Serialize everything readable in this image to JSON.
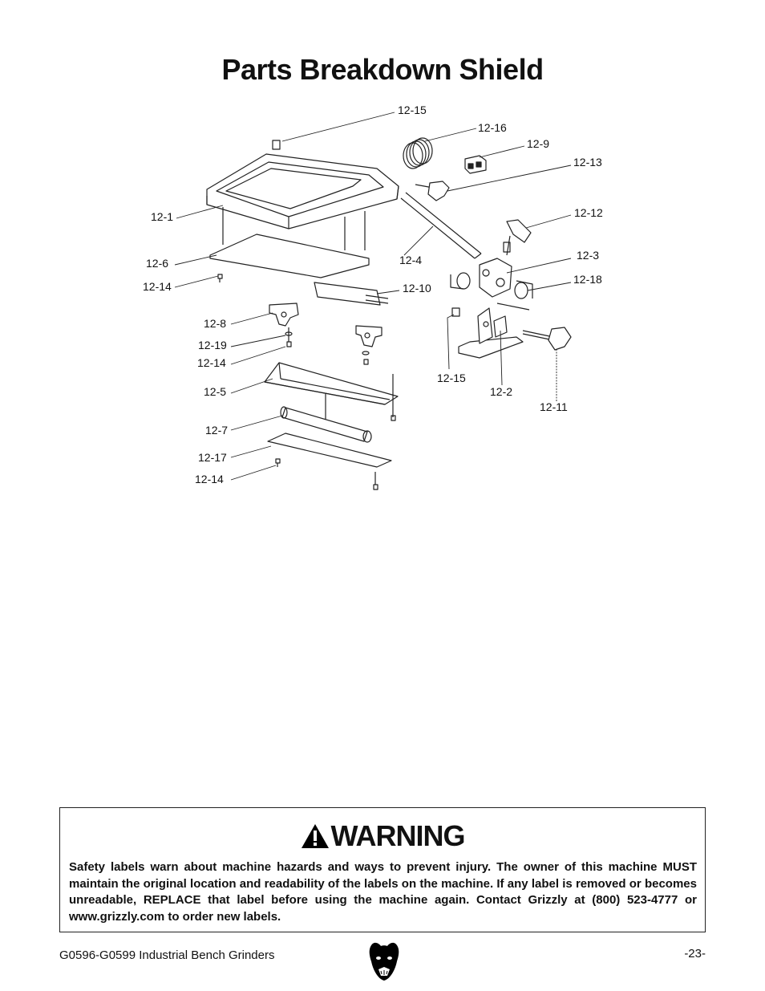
{
  "page": {
    "title": "Parts Breakdown Shield",
    "page_number": "-23-",
    "manual_name": "G0596-G0599 Industrial Bench Grinders"
  },
  "diagram": {
    "callouts": [
      {
        "id": "c-12-15a",
        "label": "12-15"
      },
      {
        "id": "c-12-16",
        "label": "12-16"
      },
      {
        "id": "c-12-9",
        "label": "12-9"
      },
      {
        "id": "c-12-13",
        "label": "12-13"
      },
      {
        "id": "c-12-12",
        "label": "12-12"
      },
      {
        "id": "c-12-3",
        "label": "12-3"
      },
      {
        "id": "c-12-18",
        "label": "12-18"
      },
      {
        "id": "c-12-1",
        "label": "12-1"
      },
      {
        "id": "c-12-6",
        "label": "12-6"
      },
      {
        "id": "c-12-14a",
        "label": "12-14"
      },
      {
        "id": "c-12-4",
        "label": "12-4"
      },
      {
        "id": "c-12-10",
        "label": "12-10"
      },
      {
        "id": "c-12-8",
        "label": "12-8"
      },
      {
        "id": "c-12-19",
        "label": "12-19"
      },
      {
        "id": "c-12-14b",
        "label": "12-14"
      },
      {
        "id": "c-12-5",
        "label": "12-5"
      },
      {
        "id": "c-12-15b",
        "label": "12-15"
      },
      {
        "id": "c-12-2",
        "label": "12-2"
      },
      {
        "id": "c-12-11",
        "label": "12-11"
      },
      {
        "id": "c-12-7",
        "label": "12-7"
      },
      {
        "id": "c-12-17",
        "label": "12-17"
      },
      {
        "id": "c-12-14c",
        "label": "12-14"
      }
    ]
  },
  "warning": {
    "heading": "WARNING",
    "body": "Safety labels warn about machine hazards and ways to prevent injury. The owner of this machine MUST maintain the original location and readability of the labels on the machine. If any label is removed or becomes unreadable, REPLACE that label before using the machine again. Contact Grizzly at (800) 523-4777 or www.grizzly.com to order new labels."
  },
  "icons": {
    "warning": "warning-triangle-icon",
    "logo": "grizzly-bear-logo-icon"
  }
}
